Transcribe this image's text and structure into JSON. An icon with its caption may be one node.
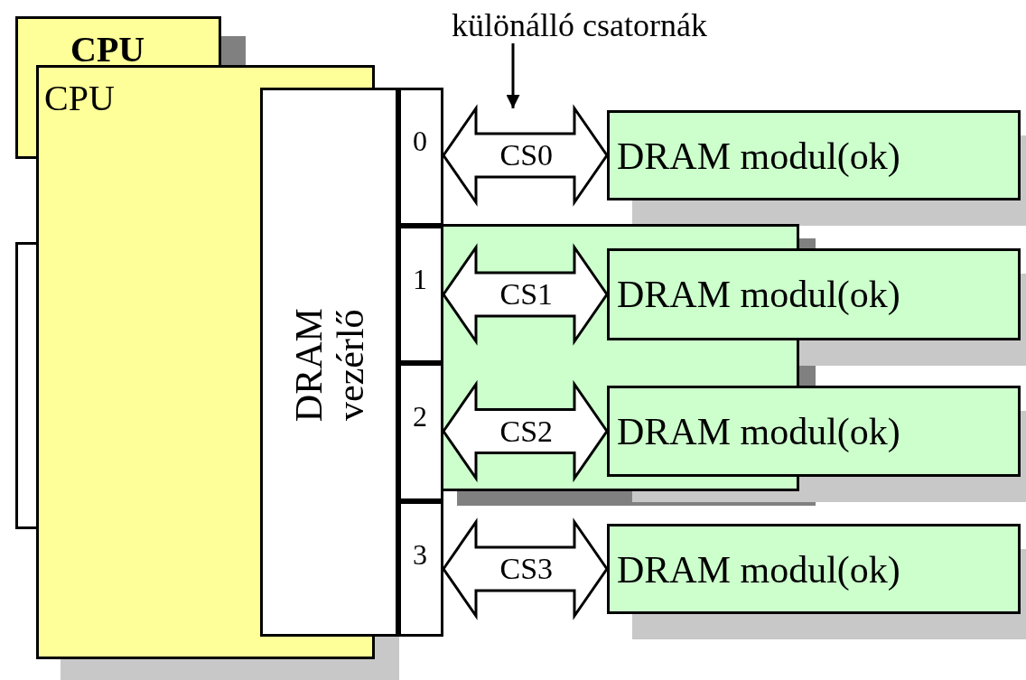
{
  "diagram": {
    "nodes": [
      {
        "text": [
          "CPU"
        ]
      },
      {
        "text": [],
        "shape": "box"
      },
      {
        "text": [
          "CPU"
        ]
      },
      {
        "text": [
          "DRAM vezérlő"
        ]
      },
      {
        "text": [
          "0"
        ]
      },
      {
        "text": [
          "1"
        ]
      },
      {
        "text": [
          "2"
        ]
      },
      {
        "text": [
          "3"
        ]
      },
      {
        "text": [],
        "shape": "box"
      },
      {
        "text": [
          "DRAM modul(ok)"
        ]
      },
      {
        "text": [
          "DRAM modul(ok)"
        ]
      },
      {
        "text": [
          "DRAM modul(ok)"
        ]
      },
      {
        "text": [
          "DRAM modul(ok)"
        ]
      },
      {
        "text": [
          "különálló csatornák"
        ]
      },
      {
        "text": [],
        "shape": "box"
      }
    ],
    "edges": [
      {
        "from": 4,
        "to": 9,
        "arrow": "both",
        "label": "CS0"
      },
      {
        "from": 5,
        "to": 10,
        "arrow": "both",
        "label": "CS1"
      },
      {
        "from": 6,
        "to": 11,
        "arrow": "both",
        "label": "CS2"
      },
      {
        "from": 7,
        "to": 12,
        "arrow": "both",
        "label": "CS3"
      },
      {
        "from": 13,
        "to": null,
        "arrow": "to"
      }
    ]
  }
}
